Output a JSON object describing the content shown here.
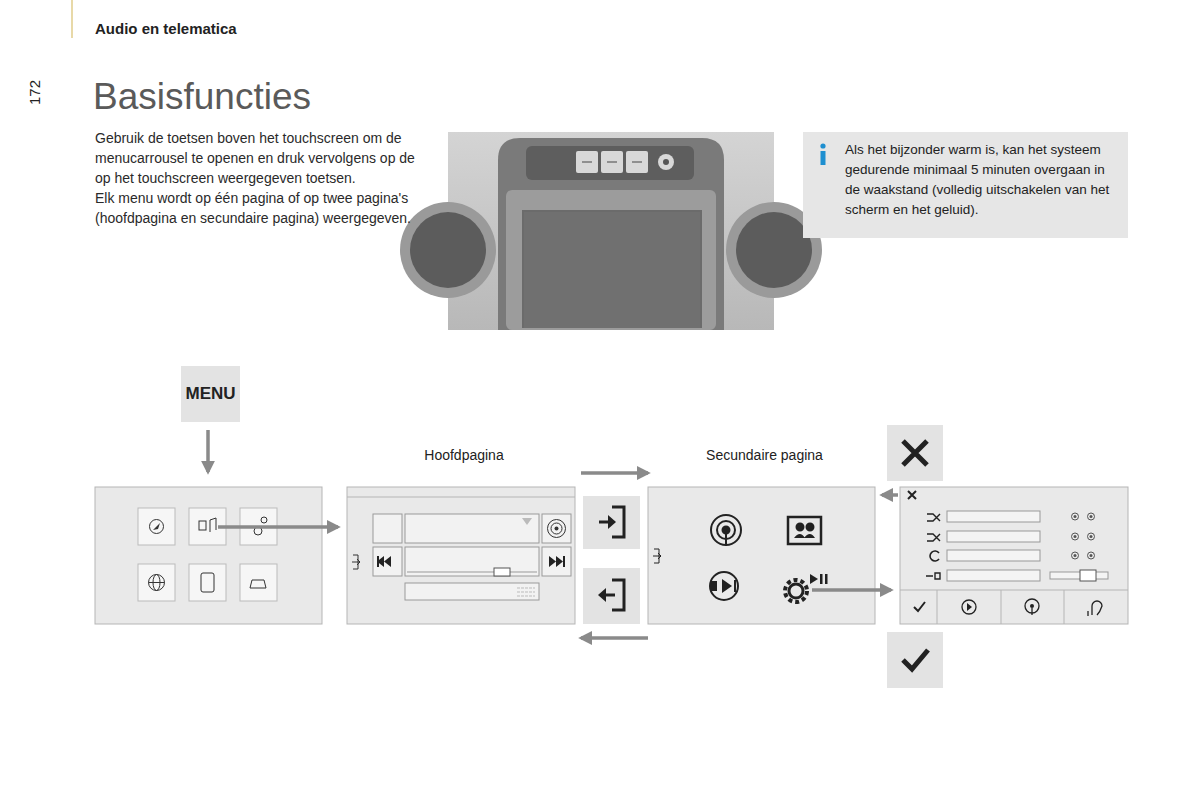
{
  "diagram": {
    "title": "Basisfuncties",
    "nodes": [
      {
        "text": [
          "Als het bijzonder warm is, kan het systeem gedurende minimaal 5 minuten overgaan in de waakstand (volledig uitschakelen van het scherm en het geluid)."
        ]
      },
      {
        "text": [
          "MENU"
        ]
      },
      {
        "text": [
          "Hoofdpagina"
        ]
      },
      {
        "text": [
          "Secundaire pagina"
        ]
      }
    ],
    "edges": [
      {
        "from": 2,
        "to": 3,
        "arrow": "to"
      },
      {
        "from": 3,
        "to": 2,
        "arrow": "to"
      }
    ],
    "labels": [
      "Audio en telematica",
      "172",
      "Gebruik de toetsen boven het touchscreen om de menucarrousel te openen en druk vervolgens op de op het touchscreen weergegeven toetsen.",
      "Elk menu wordt op één pagina of op twee pagina's (hoofdpagina en secundaire pagina) weergegeven."
    ]
  }
}
